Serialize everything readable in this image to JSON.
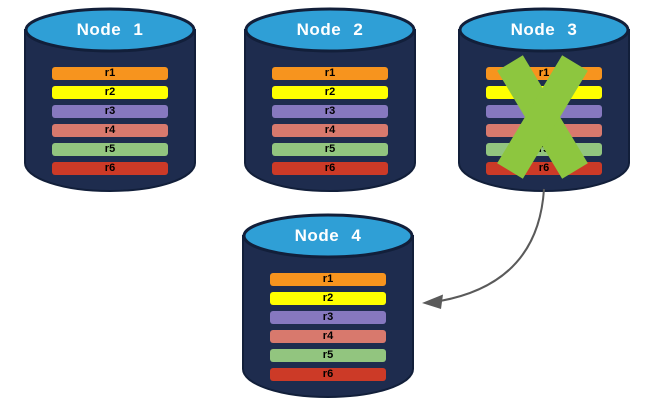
{
  "colors": {
    "canvasBg": "#ffffff",
    "cylBody": "#1E2C4E",
    "cylStroke": "#121F3A",
    "cylTop": "#2F9FD6",
    "titleText": "#ffffff",
    "rowText": "#000000",
    "failX": "#8DC63F",
    "arrow": "#5A5A5A"
  },
  "nodes": [
    {
      "title": "Node 1",
      "failed": false,
      "rows": [
        {
          "label": "r1",
          "color": "#F7941E"
        },
        {
          "label": "r2",
          "color": "#FFFF00"
        },
        {
          "label": "r3",
          "color": "#8678BF"
        },
        {
          "label": "r4",
          "color": "#D8796D"
        },
        {
          "label": "r5",
          "color": "#92C57F"
        },
        {
          "label": "r6",
          "color": "#CC3A27"
        }
      ]
    },
    {
      "title": "Node 2",
      "failed": false,
      "rows": [
        {
          "label": "r1",
          "color": "#F7941E"
        },
        {
          "label": "r2",
          "color": "#FFFF00"
        },
        {
          "label": "r3",
          "color": "#8678BF"
        },
        {
          "label": "r4",
          "color": "#D8796D"
        },
        {
          "label": "r5",
          "color": "#92C57F"
        },
        {
          "label": "r6",
          "color": "#CC3A27"
        }
      ]
    },
    {
      "title": "Node 3",
      "failed": true,
      "rows": [
        {
          "label": "r1",
          "color": "#F7941E"
        },
        {
          "label": "r2",
          "color": "#FFFF00"
        },
        {
          "label": "r3",
          "color": "#8678BF"
        },
        {
          "label": "r4",
          "color": "#D8796D"
        },
        {
          "label": "r5",
          "color": "#92C57F"
        },
        {
          "label": "r6",
          "color": "#CC3A27"
        }
      ]
    },
    {
      "title": "Node 4",
      "failed": false,
      "rows": [
        {
          "label": "r1",
          "color": "#F7941E"
        },
        {
          "label": "r2",
          "color": "#FFFF00"
        },
        {
          "label": "r3",
          "color": "#8678BF"
        },
        {
          "label": "r4",
          "color": "#D8796D"
        },
        {
          "label": "r5",
          "color": "#92C57F"
        },
        {
          "label": "r6",
          "color": "#CC3A27"
        }
      ]
    }
  ],
  "arrow": {
    "from": "Node 3",
    "to": "Node 4"
  }
}
